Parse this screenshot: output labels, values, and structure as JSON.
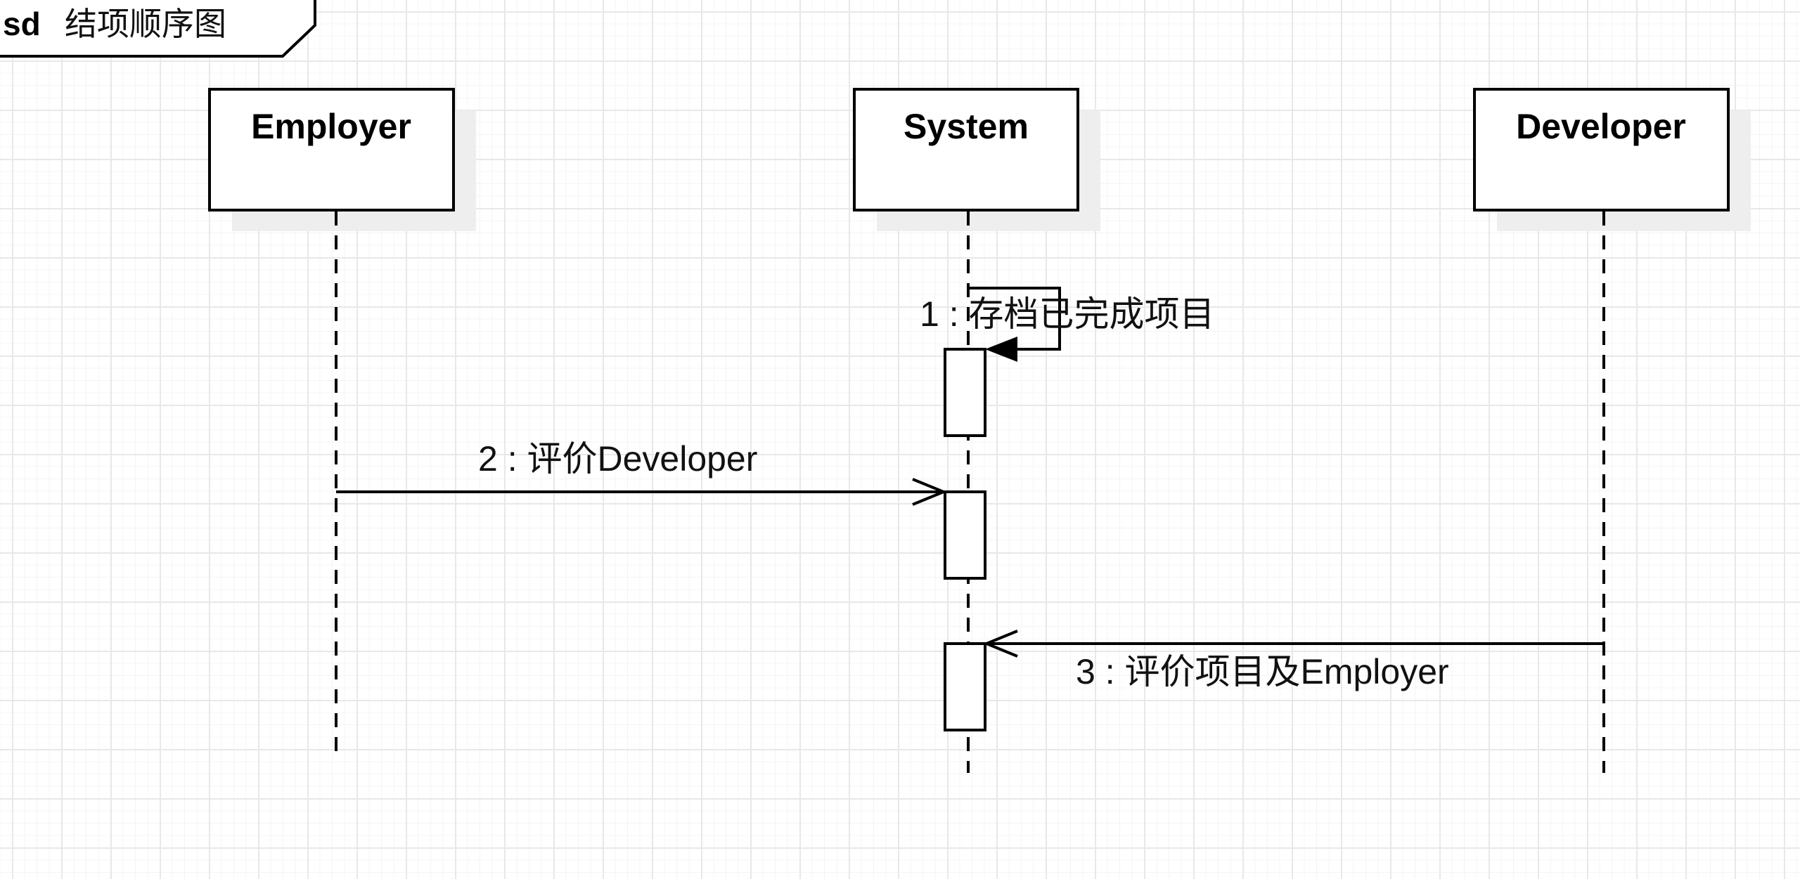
{
  "frame": {
    "keyword": "sd",
    "title": "结项顺序图"
  },
  "lifelines": [
    {
      "id": "employer",
      "name": "Employer"
    },
    {
      "id": "system",
      "name": "System"
    },
    {
      "id": "developer",
      "name": "Developer"
    }
  ],
  "messages": [
    {
      "number": "1",
      "text": "存档已完成项目",
      "label": "1 : 存档已完成项目",
      "from": "system",
      "to": "system",
      "kind": "self-synchronous"
    },
    {
      "number": "2",
      "text": "评价Developer",
      "label": "2 : 评价Developer",
      "from": "employer",
      "to": "system",
      "kind": "asynchronous"
    },
    {
      "number": "3",
      "text": "评价项目及Employer",
      "label": "3 : 评价项目及Employer",
      "from": "developer",
      "to": "system",
      "kind": "asynchronous"
    }
  ],
  "colors": {
    "stroke": "#000000",
    "shadow": "#eeeeee",
    "grid": "#e8e8e8",
    "background": "#ffffff"
  }
}
